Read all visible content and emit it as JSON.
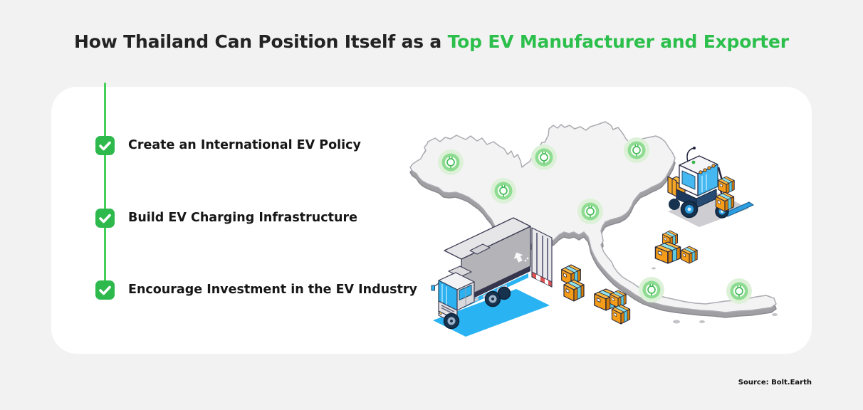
{
  "title": {
    "prefix": "How Thailand Can Position Itself as a ",
    "highlight": "Top EV Manufacturer and Exporter"
  },
  "checklist": {
    "items": [
      {
        "label": "Create an International EV Policy"
      },
      {
        "label": "Build EV Charging Infrastructure"
      },
      {
        "label": "Encourage Investment in the EV Industry"
      }
    ]
  },
  "source": {
    "label": "Source: Bolt.Earth"
  },
  "colors": {
    "background": "#f2f2f3",
    "card": "#ffffff",
    "title_dark": "#232323",
    "accent_green": "#2cbf4b",
    "checkbox_green": "#2eb94d",
    "connector_green": "#43cf58",
    "pin_green": "#46bc59",
    "box_orange": "#f5a31c",
    "truck_blue": "#29b3f2",
    "map_gray": "#f3f3f4"
  },
  "illustration": {
    "map_region": "thailand-map",
    "charging_pin_count": 7,
    "elements": [
      "thailand-map",
      "ev-charging-pin",
      "delivery-truck",
      "forklift",
      "shipping-boxes"
    ]
  }
}
